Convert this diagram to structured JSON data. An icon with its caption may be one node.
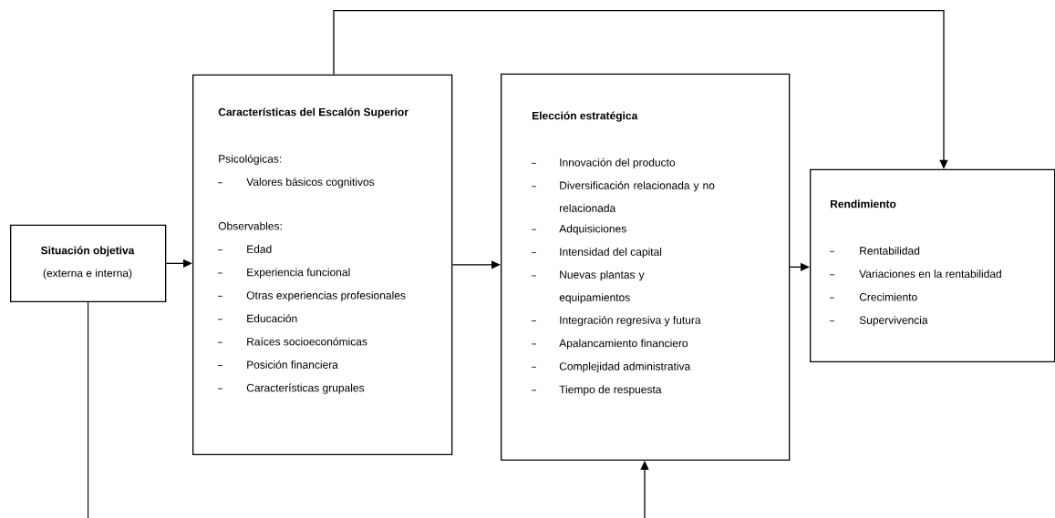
{
  "diagram": {
    "nodes": [
      {
        "text": [
          "Situación objetiva",
          "(externa e interna)"
        ]
      },
      {
        "text": [
          "Características del Escalón Superior",
          "Psicológicas:",
          "Valores básicos cognitivos",
          "Observables:",
          "Edad",
          "Experiencia funcional",
          "Otras experiencias profesionales",
          "Educación",
          "Raíces socioeconómicas",
          "Posición financiera",
          "Características grupales"
        ]
      },
      {
        "text": [
          "Elección estratégica",
          "Innovación del producto",
          "Diversificación relacionada y no relacionada",
          "Adquisiciones",
          "Intensidad del capital",
          "Nuevas plantas y equipamientos",
          "Integración regresiva y futura",
          "Apalancamiento financiero",
          "Complejidad administrativa",
          "Tiempo de respuesta"
        ]
      },
      {
        "text": [
          "Rendimiento",
          "Rentabilidad",
          "Variaciones en la rentabilidad",
          "Crecimiento",
          "Supervivencia"
        ]
      }
    ],
    "edges": [
      {
        "from": 0,
        "to": 1,
        "arrow": "to"
      },
      {
        "from": 1,
        "to": 2,
        "arrow": "to"
      },
      {
        "from": 2,
        "to": 3,
        "arrow": "to"
      },
      {
        "from": 1,
        "to": 3,
        "arrow": "to"
      },
      {
        "from": 0,
        "to": null,
        "arrow": "none"
      },
      {
        "from": null,
        "to": 2,
        "arrow": "to"
      }
    ]
  }
}
